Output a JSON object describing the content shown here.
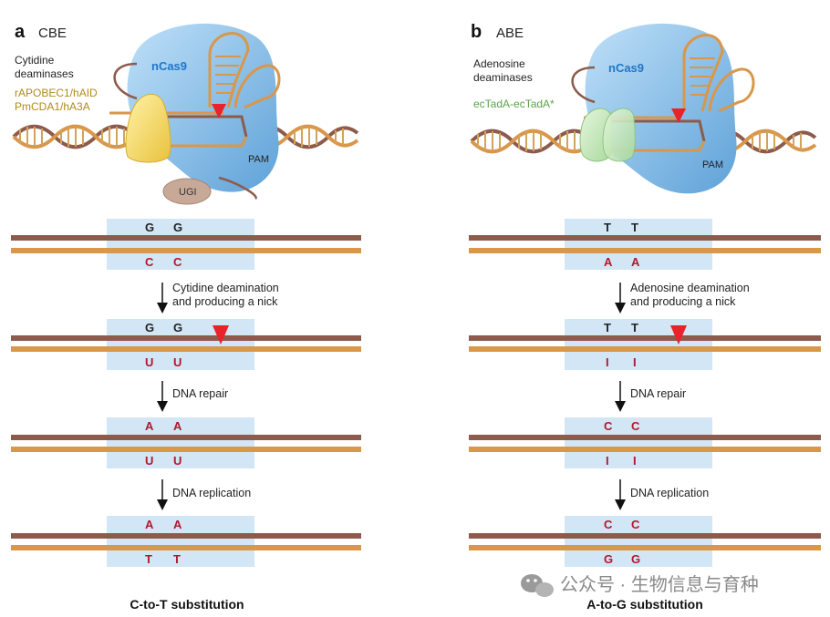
{
  "panels": [
    {
      "letter": "a",
      "name": "CBE",
      "deaminase_label": [
        "Cytidine",
        "deaminases"
      ],
      "enzyme_label": [
        "rAPOBEC1/hAID",
        "PmCDA1/hA3A"
      ],
      "cas_label": "nCas9",
      "pam_label": "PAM",
      "ugi_label": "UGI",
      "rows": [
        {
          "top": [
            "G",
            "G"
          ],
          "bottom": [
            "C",
            "C"
          ]
        },
        {
          "top": [
            "G",
            "G"
          ],
          "bottom": [
            "U",
            "U"
          ]
        },
        {
          "top": [
            "A",
            "A"
          ],
          "bottom": [
            "U",
            "U"
          ]
        },
        {
          "top": [
            "A",
            "A"
          ],
          "bottom": [
            "T",
            "T"
          ]
        }
      ],
      "steps": [
        [
          "Cytidine deamination",
          "and producing a nick"
        ],
        [
          "DNA repair"
        ],
        [
          "DNA replication"
        ]
      ],
      "result": "C-to-T substitution"
    },
    {
      "letter": "b",
      "name": "ABE",
      "deaminase_label": [
        "Adenosine",
        "deaminases"
      ],
      "enzyme_label": [
        "ecTadA-ecTadA*"
      ],
      "cas_label": "nCas9",
      "pam_label": "PAM",
      "rows": [
        {
          "top": [
            "T",
            "T"
          ],
          "bottom": [
            "A",
            "A"
          ]
        },
        {
          "top": [
            "T",
            "T"
          ],
          "bottom": [
            "I",
            "I"
          ]
        },
        {
          "top": [
            "C",
            "C"
          ],
          "bottom": [
            "I",
            "I"
          ]
        },
        {
          "top": [
            "C",
            "C"
          ],
          "bottom": [
            "G",
            "G"
          ]
        }
      ],
      "steps": [
        [
          "Adenosine deamination",
          "and producing a nick"
        ],
        [
          "DNA repair"
        ],
        [
          "DNA replication"
        ]
      ],
      "result": "A-to-G substitution"
    }
  ],
  "watermark": "公众号 · 生物信息与育种",
  "colors": {
    "strand_top": "#8d5b4c",
    "strand_bottom": "#d9974a",
    "highlight": "#d3e6f5",
    "cas9": "#7fb7e3",
    "cbe_deaminase": "#f2d35a",
    "abe_deaminase": "#bfe3b3",
    "nick": "#e8232a",
    "mutated_base": "#b2172b"
  }
}
